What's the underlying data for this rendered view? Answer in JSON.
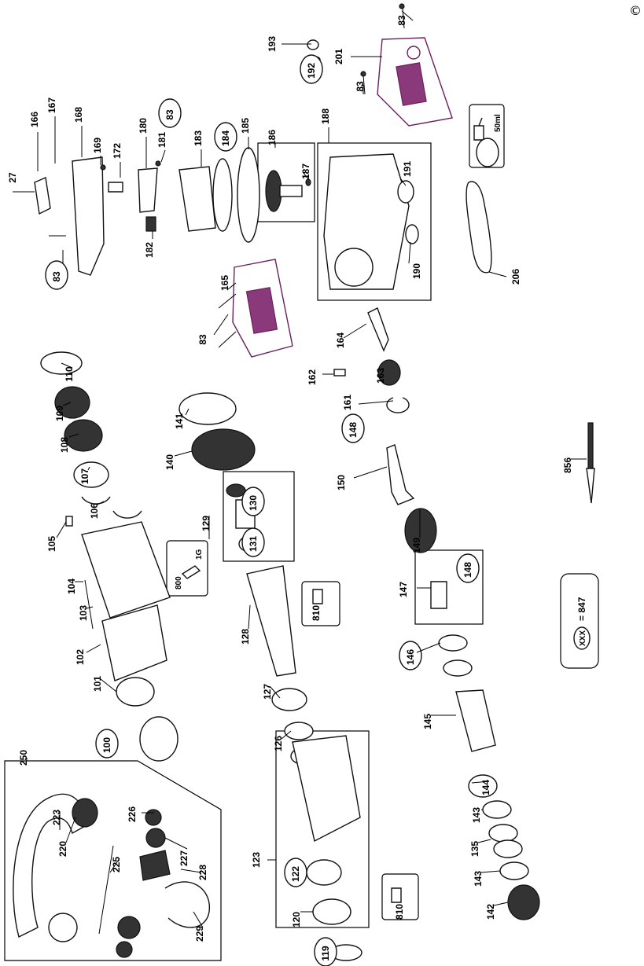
{
  "copyright_symbol": "©",
  "legend": {
    "text": "= 847",
    "placeholder": "XXX"
  },
  "lube_grease": {
    "code": "800",
    "qty": "1G"
  },
  "lube_oil": {
    "code": "810",
    "qty": "50ml"
  },
  "callouts": [
    "27",
    "83",
    "166",
    "167",
    "168",
    "169",
    "172",
    "180",
    "181",
    "182",
    "83",
    "183",
    "184",
    "185",
    "186",
    "187",
    "188",
    "191",
    "190",
    "193",
    "192",
    "201",
    "83",
    "83",
    "206",
    "165",
    "83",
    "164",
    "162",
    "163",
    "161",
    "148",
    "150",
    "149",
    "147",
    "148",
    "110",
    "109",
    "108",
    "107",
    "106",
    "105",
    "104",
    "103",
    "102",
    "101",
    "100",
    "141",
    "140",
    "129",
    "130",
    "131",
    "128",
    "810",
    "127",
    "126",
    "146",
    "145",
    "144",
    "143",
    "135",
    "143",
    "142",
    "123",
    "122",
    "120",
    "810",
    "119",
    "250",
    "223",
    "226",
    "227",
    "228",
    "220",
    "225",
    "229",
    "856"
  ],
  "circled": [
    "83",
    "184",
    "192",
    "810",
    "148",
    "130",
    "131",
    "100",
    "146",
    "148",
    "122",
    "119"
  ]
}
